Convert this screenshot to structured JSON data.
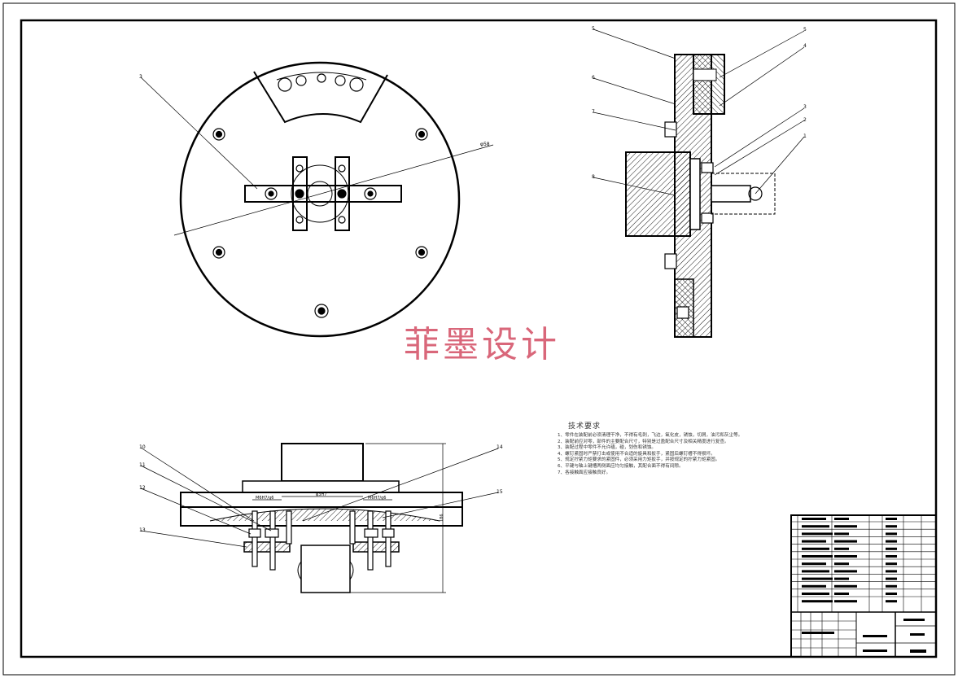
{
  "watermark": "菲墨设计",
  "technical_requirements": {
    "title": "技术要求",
    "items": [
      "1、零件在装配前必须清理干净，不得有毛刺，飞边，氧化皮，锈蚀，切屑，油污和灰尘等。",
      "2、装配前应对零，部件的主要配合尺寸，特别是过盈配合尺寸及相关精度进行复查。",
      "3、装配过程中零件不允许磕，碰，划伤和锈蚀。",
      "4、螺钉紧固时严禁打击或使用不合适的旋具和扳手，紧固后螺钉槽不得损坏。",
      "5、规定拧紧力矩要求的紧固件，必须采用力矩扳手，并按规定的拧紧力矩紧固。",
      "6、平键与轴上键槽两侧面应均匀接触，其配合面不得有间隙。",
      "7、各接触面应接触良好。"
    ]
  },
  "front_view": {
    "leader_labels": [
      "3",
      "φ58"
    ]
  },
  "side_view": {
    "leader_labels": [
      "5",
      "5",
      "4",
      "6",
      "7",
      "8",
      "3",
      "2",
      "1"
    ]
  },
  "bottom_view": {
    "leader_labels": [
      "10",
      "11",
      "12",
      "13",
      "14",
      "15"
    ],
    "dimensions": [
      "M6H7/g6",
      "φ3H7",
      "M6H7/g6",
      "186"
    ]
  },
  "colors": {
    "line": "#000000",
    "watermark": "#d9677a"
  }
}
